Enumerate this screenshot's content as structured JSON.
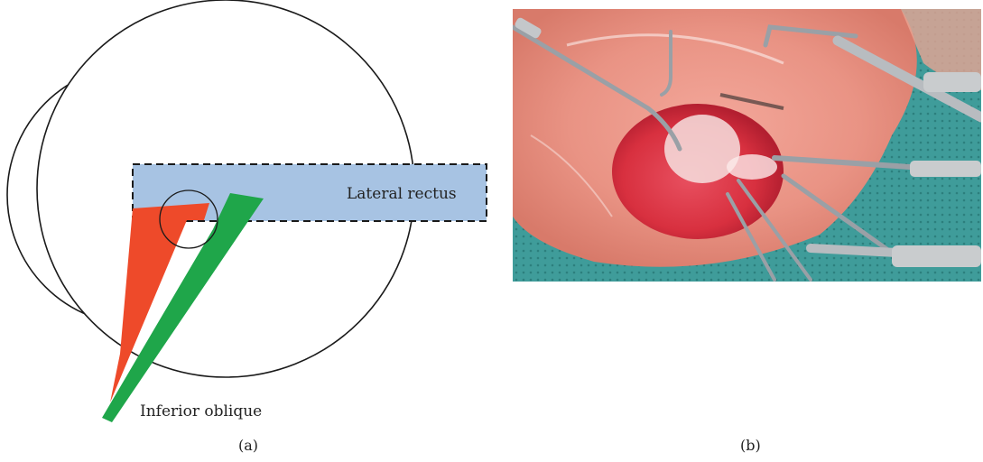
{
  "panel_a": {
    "caption": "(a)",
    "labels": {
      "lateral_rectus": "Lateral rectus",
      "inferior_oblique": "Inferior oblique"
    },
    "colors": {
      "lateral_rectus_fill": "#a7c3e3",
      "original_muscle": "#ee4a2a",
      "transposed_muscle": "#1fa64a",
      "outline": "#1a1a1a"
    }
  },
  "panel_b": {
    "caption": "(b)",
    "image": "surgical-field-photo"
  }
}
